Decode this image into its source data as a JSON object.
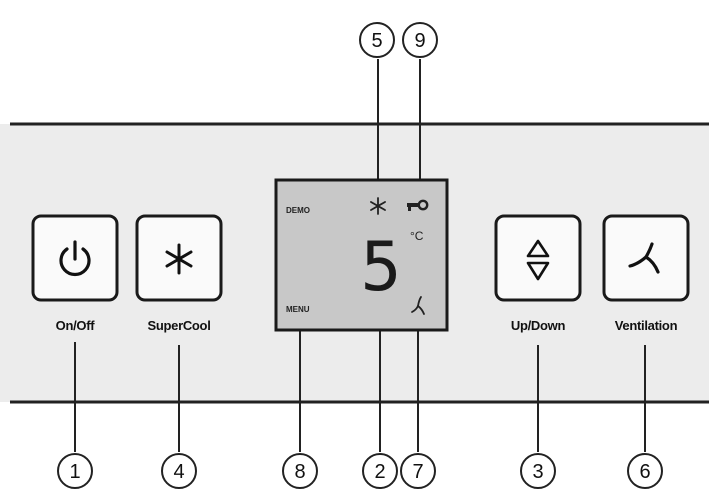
{
  "buttons": {
    "onoff": {
      "label": "On/Off",
      "icon": "power-icon"
    },
    "supercool": {
      "label": "SuperCool",
      "icon": "snowflake-icon"
    },
    "updown": {
      "label": "Up/Down",
      "icon": "up-down-arrows-icon"
    },
    "ventilation": {
      "label": "Ventilation",
      "icon": "fan-icon"
    }
  },
  "display": {
    "demo_label": "DEMO",
    "menu_label": "MENU",
    "temperature_digit": "5",
    "unit": "°C",
    "icons": [
      "snowflake-icon",
      "key-lock-icon",
      "fan-icon"
    ]
  },
  "callouts": {
    "onoff": "1",
    "digit": "2",
    "updown": "3",
    "supercool": "4",
    "snowflake": "5",
    "ventilation": "6",
    "fan": "7",
    "menu": "8",
    "key": "9"
  },
  "colors": {
    "panel": "#ececec",
    "lcd": "#c8c8c8",
    "outline": "#1a1a1a"
  }
}
